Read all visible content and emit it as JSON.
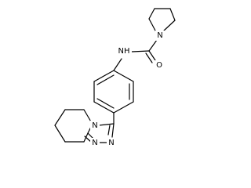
{
  "molecule": {
    "atoms": {
      "pyrrolidine_n": "N",
      "amide_o": "O",
      "amide_nh": "NH",
      "triazole_n_bridge": "N",
      "triazole_n_lower_left": "N",
      "triazole_n_lower_right": "N"
    }
  },
  "colors": {
    "background": "#ffffff",
    "bond": "#000000",
    "label": "#000000"
  }
}
